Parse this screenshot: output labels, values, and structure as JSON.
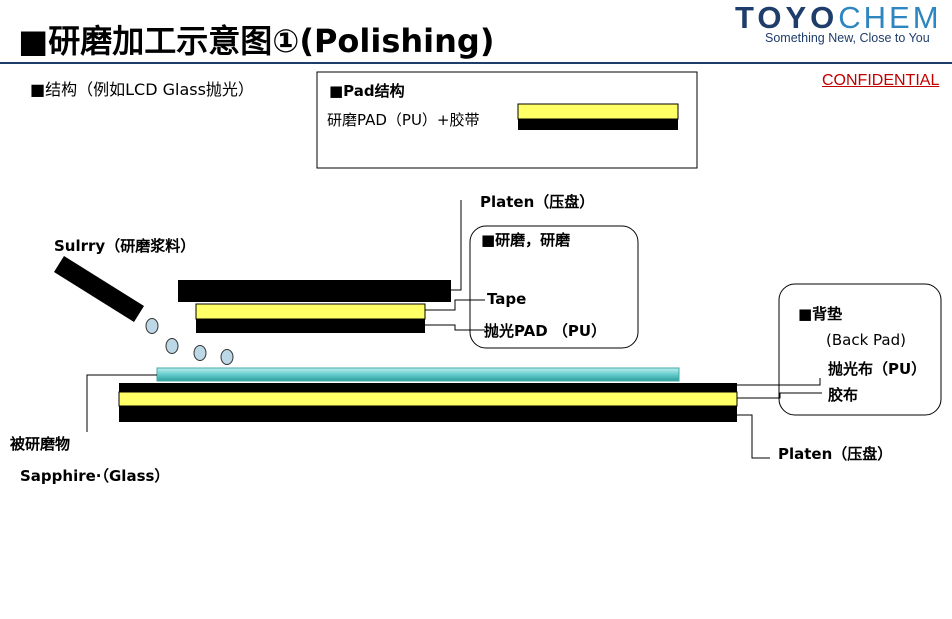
{
  "header": {
    "title": "■研磨加工示意图①(Polishing)",
    "logo": {
      "bold": "TOYO",
      "thin": "CHEM"
    },
    "tagline": "Something New, Close to You",
    "confidential": "CONFIDENTIAL"
  },
  "structure_label": "■结构（例如LCD Glass抛光）",
  "pad_box": {
    "title": "■Pad结构",
    "desc": "研磨PAD（PU）+胶带"
  },
  "labels": {
    "platen_top": "Platen（压盘）",
    "slurry": "Sulrry（研磨浆料）",
    "tape": "Tape",
    "polish_pad": "抛光PAD （PU）",
    "workpiece": "被研磨物",
    "sapphire": "Sapphire·（Glass）",
    "platen_bottom": "Platen（压盘）"
  },
  "callout_left": {
    "title": "■研磨，研磨"
  },
  "callout_right": {
    "title": "■背垫",
    "back_pad": "(Back Pad)",
    "cloth": "抛光布（PU）",
    "adhesive": "胶布"
  },
  "colors": {
    "yellow": "#ffff66",
    "black": "#000000",
    "glass": "#66cccc",
    "slurry_drop": "#bcd7e6",
    "confidential": "#c00000",
    "brand": "#1f3d6b"
  }
}
